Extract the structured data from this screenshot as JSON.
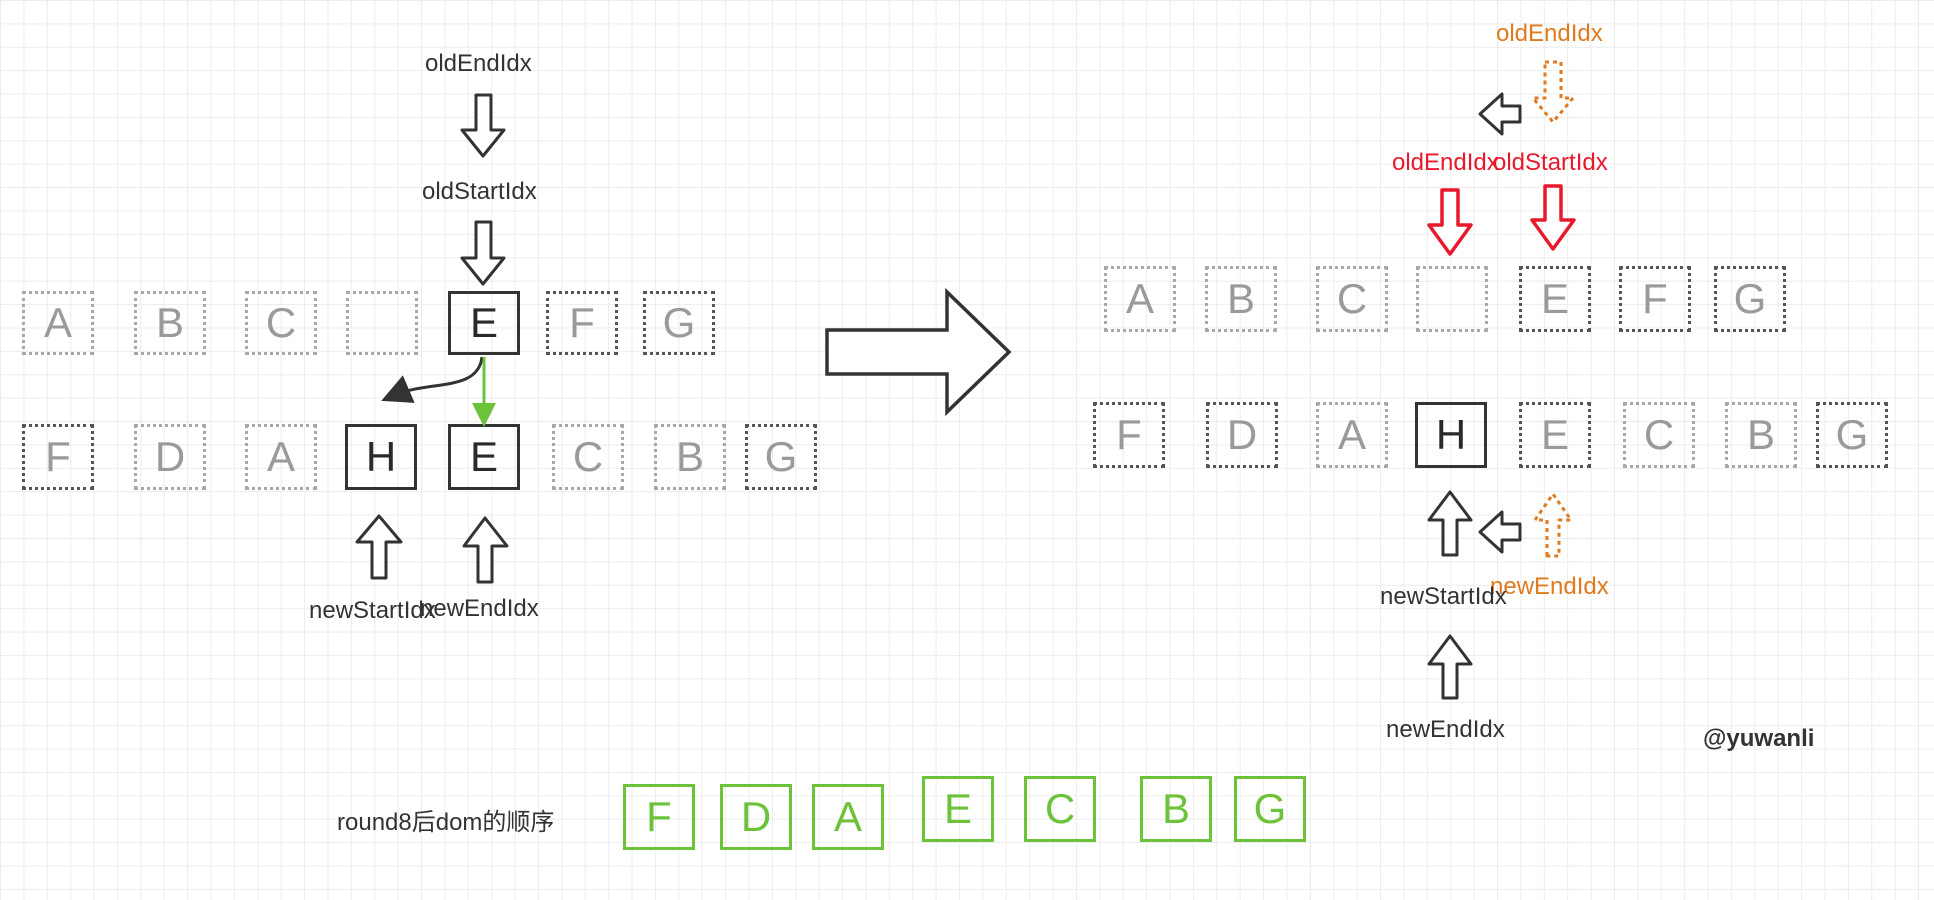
{
  "left": {
    "old_row": [
      "A",
      "B",
      "C",
      "",
      "E",
      "F",
      "G"
    ],
    "new_row": [
      "F",
      "D",
      "A",
      "H",
      "E",
      "C",
      "B",
      "G"
    ],
    "labels": {
      "old_end_top": "oldEndIdx",
      "old_start": "oldStartIdx",
      "new_start": "newStartIdx",
      "new_end": "newEndIdx"
    }
  },
  "right": {
    "old_row": [
      "A",
      "B",
      "C",
      "",
      "E",
      "F",
      "G"
    ],
    "new_row": [
      "F",
      "D",
      "A",
      "H",
      "E",
      "C",
      "B",
      "G"
    ],
    "labels": {
      "old_end_orange": "oldEndIdx",
      "old_end_red": "oldEndIdx",
      "old_start_red": "oldStartIdx",
      "new_end_orange": "newEndIdx",
      "new_start": "newStartIdx",
      "new_end": "newEndIdx"
    }
  },
  "result": {
    "label": "round8后dom的顺序",
    "items": [
      "F",
      "D",
      "A",
      "E",
      "C",
      "B",
      "G"
    ]
  },
  "watermark": "@yuwanli",
  "colors": {
    "green": "#6cc33a",
    "red": "#e8192c",
    "orange": "#e07a1f",
    "faded": "#a8a8a8",
    "dark": "#333333"
  }
}
